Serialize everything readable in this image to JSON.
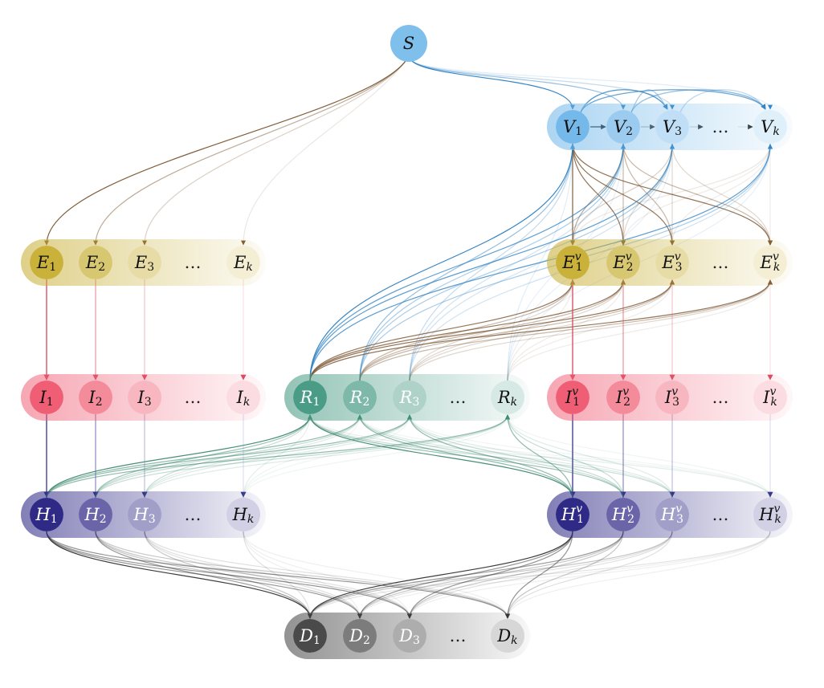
{
  "source_node": {
    "label": "S",
    "color": "#7fbfec"
  },
  "colors": {
    "V": "#74b9ea",
    "E": "#c9b13a",
    "I": "#ef5e75",
    "R": "#4b9c86",
    "H": "#2f2a86",
    "D": "#4a4a4a",
    "edge_blue": "#2b7fc2",
    "edge_brown": "#7a5632",
    "edge_red": "#d94a5f",
    "edge_green": "#3e8a6e",
    "edge_navy": "#3a3690",
    "edge_gray": "#333333"
  },
  "rows": [
    {
      "id": "V",
      "nodes": [
        {
          "base": "V",
          "sub": "1",
          "sup": ""
        },
        {
          "base": "V",
          "sub": "2",
          "sup": ""
        },
        {
          "base": "V",
          "sub": "3",
          "sup": ""
        },
        {
          "base": "",
          "sub": "",
          "sup": "",
          "ellipsis": "…"
        },
        {
          "base": "V",
          "sub": "k",
          "sup": ""
        }
      ]
    },
    {
      "id": "E",
      "nodes": [
        {
          "base": "E",
          "sub": "1",
          "sup": ""
        },
        {
          "base": "E",
          "sub": "2",
          "sup": ""
        },
        {
          "base": "E",
          "sub": "3",
          "sup": ""
        },
        {
          "base": "",
          "sub": "",
          "sup": "",
          "ellipsis": "…"
        },
        {
          "base": "E",
          "sub": "k",
          "sup": ""
        }
      ]
    },
    {
      "id": "Ev",
      "nodes": [
        {
          "base": "E",
          "sub": "1",
          "sup": "v"
        },
        {
          "base": "E",
          "sub": "2",
          "sup": "v"
        },
        {
          "base": "E",
          "sub": "3",
          "sup": "v"
        },
        {
          "base": "",
          "sub": "",
          "sup": "",
          "ellipsis": "…"
        },
        {
          "base": "E",
          "sub": "k",
          "sup": "v"
        }
      ]
    },
    {
      "id": "I",
      "nodes": [
        {
          "base": "I",
          "sub": "1",
          "sup": ""
        },
        {
          "base": "I",
          "sub": "2",
          "sup": ""
        },
        {
          "base": "I",
          "sub": "3",
          "sup": ""
        },
        {
          "base": "",
          "sub": "",
          "sup": "",
          "ellipsis": "…"
        },
        {
          "base": "I",
          "sub": "k",
          "sup": ""
        }
      ]
    },
    {
      "id": "R",
      "nodes": [
        {
          "base": "R",
          "sub": "1",
          "sup": ""
        },
        {
          "base": "R",
          "sub": "2",
          "sup": ""
        },
        {
          "base": "R",
          "sub": "3",
          "sup": ""
        },
        {
          "base": "",
          "sub": "",
          "sup": "",
          "ellipsis": "…"
        },
        {
          "base": "R",
          "sub": "k",
          "sup": ""
        }
      ]
    },
    {
      "id": "Iv",
      "nodes": [
        {
          "base": "I",
          "sub": "1",
          "sup": "v"
        },
        {
          "base": "I",
          "sub": "2",
          "sup": "v"
        },
        {
          "base": "I",
          "sub": "3",
          "sup": "v"
        },
        {
          "base": "",
          "sub": "",
          "sup": "",
          "ellipsis": "…"
        },
        {
          "base": "I",
          "sub": "k",
          "sup": "v"
        }
      ]
    },
    {
      "id": "H",
      "nodes": [
        {
          "base": "H",
          "sub": "1",
          "sup": ""
        },
        {
          "base": "H",
          "sub": "2",
          "sup": ""
        },
        {
          "base": "H",
          "sub": "3",
          "sup": ""
        },
        {
          "base": "",
          "sub": "",
          "sup": "",
          "ellipsis": "…"
        },
        {
          "base": "H",
          "sub": "k",
          "sup": ""
        }
      ]
    },
    {
      "id": "Hv",
      "nodes": [
        {
          "base": "H",
          "sub": "1",
          "sup": "v"
        },
        {
          "base": "H",
          "sub": "2",
          "sup": "v"
        },
        {
          "base": "H",
          "sub": "3",
          "sup": "v"
        },
        {
          "base": "",
          "sub": "",
          "sup": "",
          "ellipsis": "…"
        },
        {
          "base": "H",
          "sub": "k",
          "sup": "v"
        }
      ]
    },
    {
      "id": "D",
      "nodes": [
        {
          "base": "D",
          "sub": "1",
          "sup": ""
        },
        {
          "base": "D",
          "sub": "2",
          "sup": ""
        },
        {
          "base": "D",
          "sub": "3",
          "sup": ""
        },
        {
          "base": "",
          "sub": "",
          "sup": "",
          "ellipsis": "…"
        },
        {
          "base": "D",
          "sub": "k",
          "sup": ""
        }
      ]
    }
  ]
}
